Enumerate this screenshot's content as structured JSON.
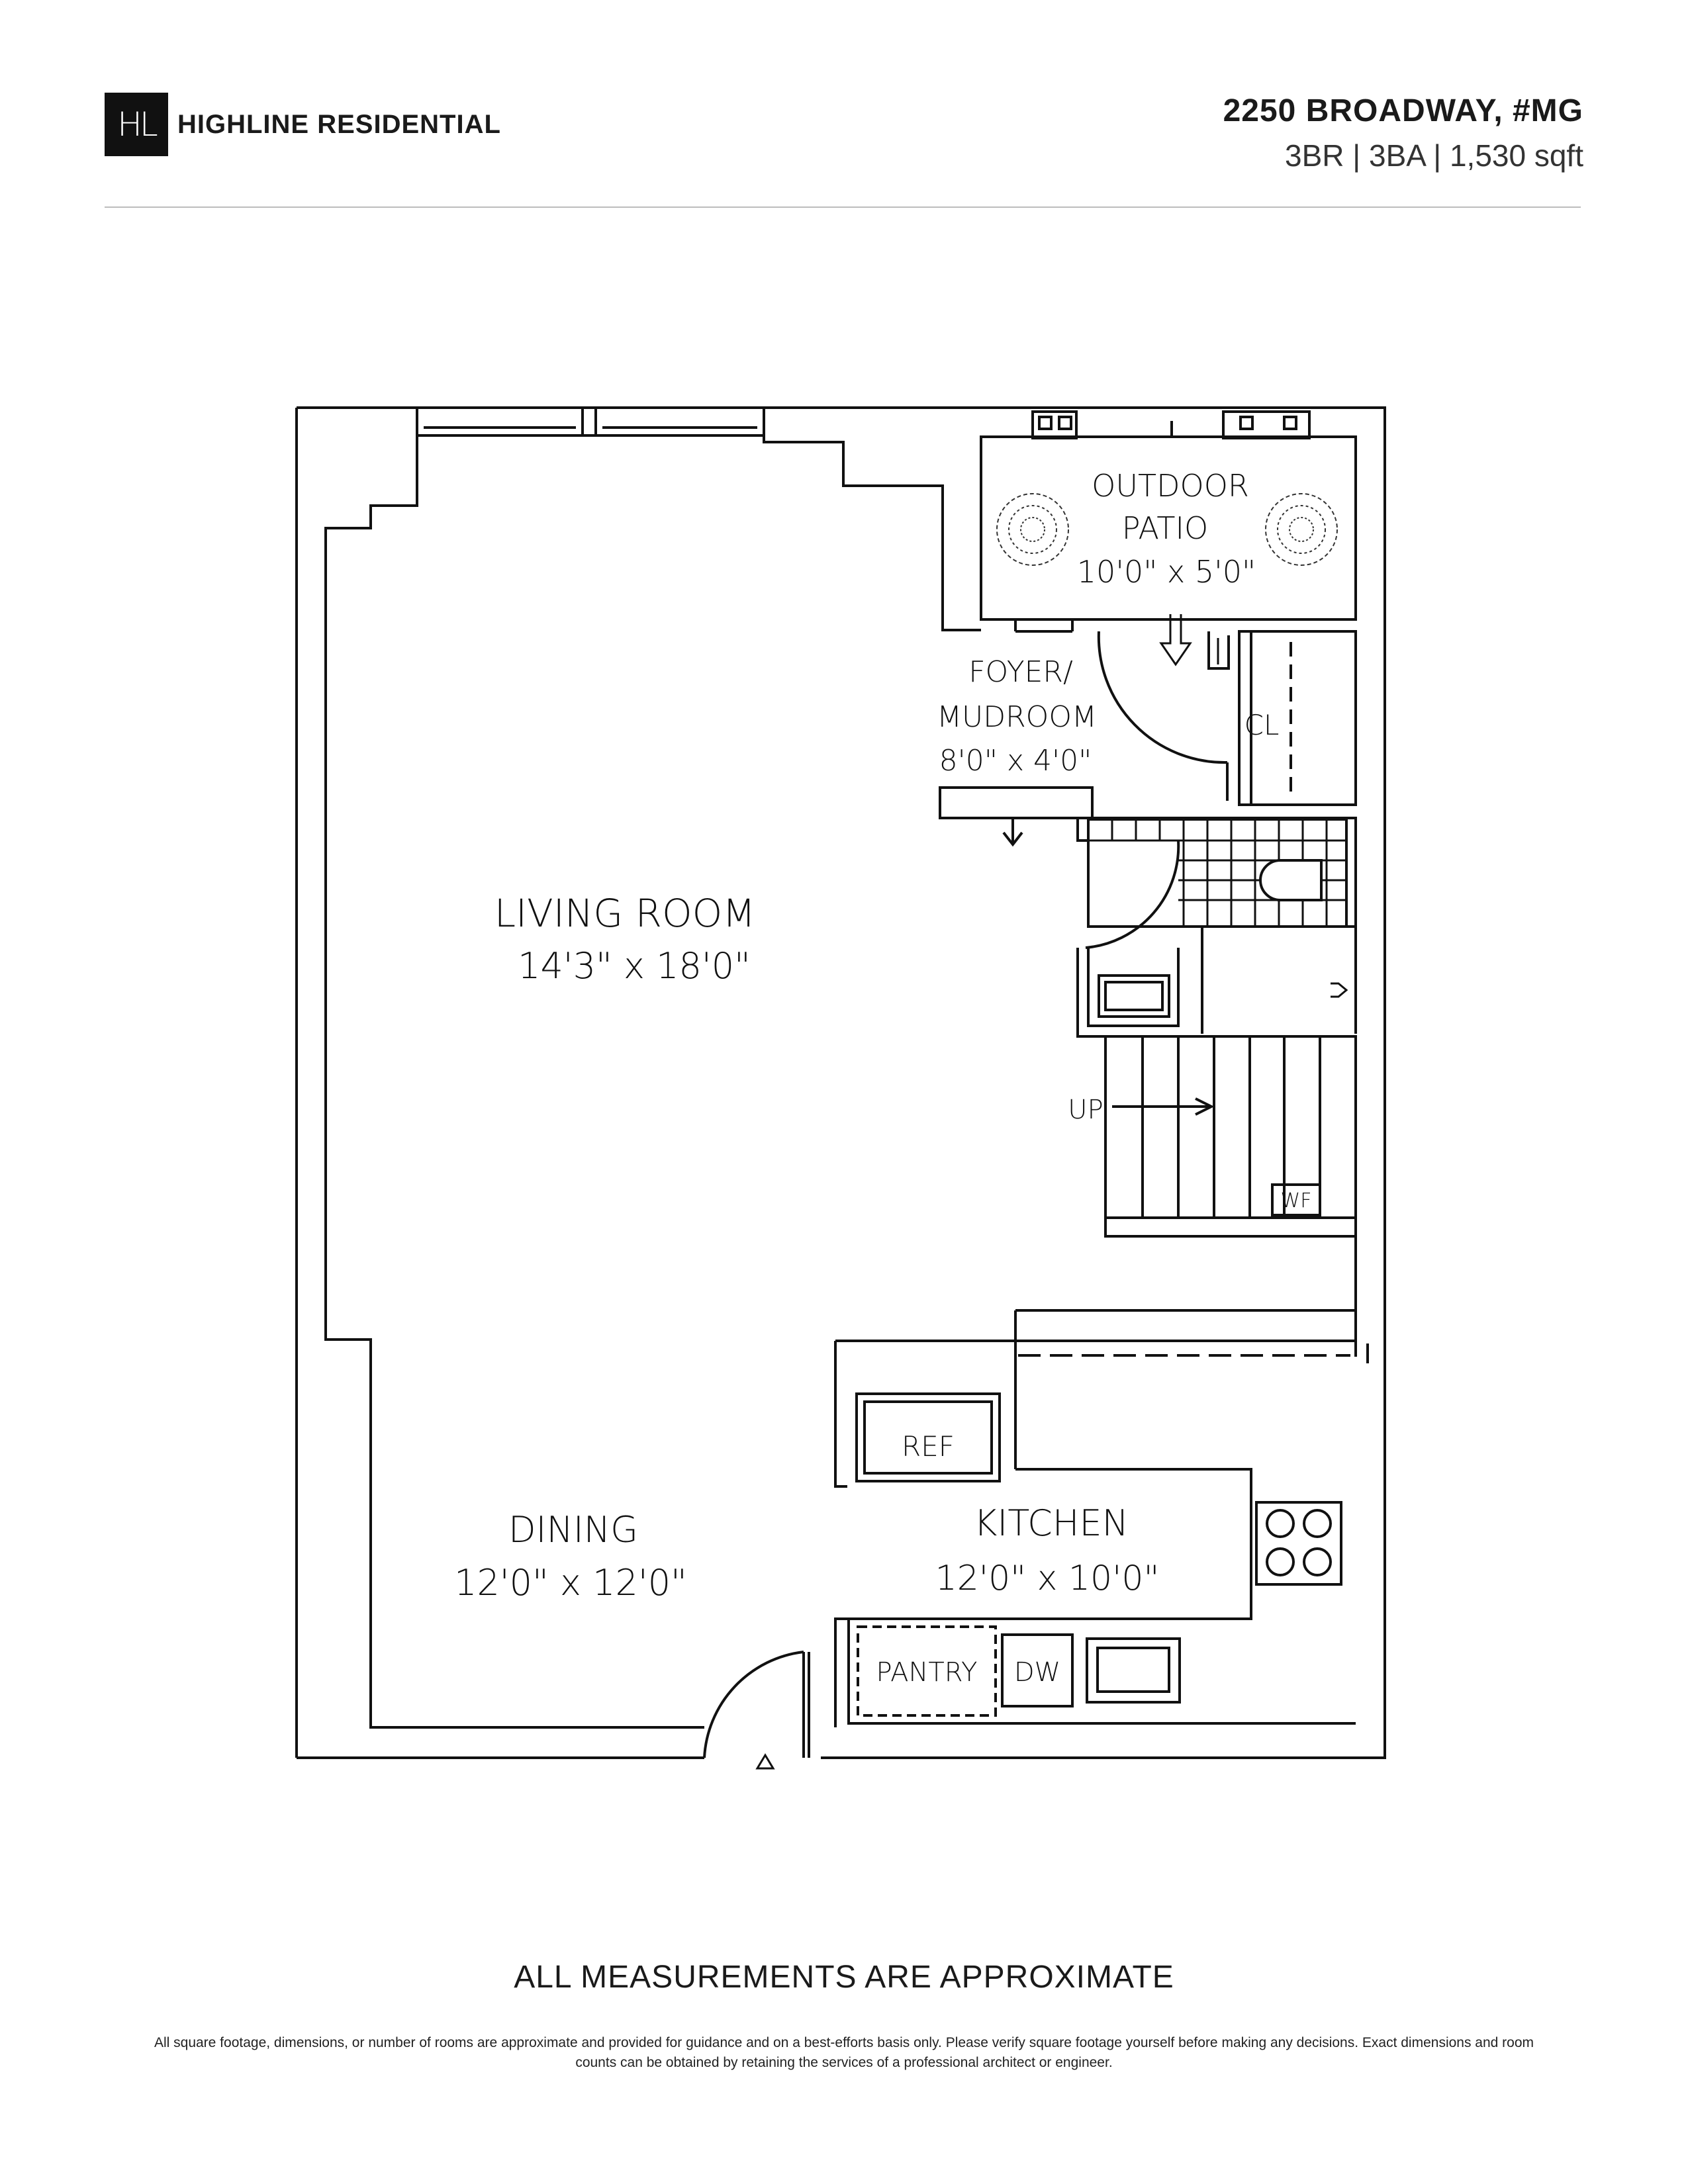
{
  "header": {
    "logo_text": "HL",
    "brand": "HIGHLINE RESIDENTIAL",
    "address": "2250 BROADWAY, #MG",
    "specs": "3BR | 3BA | 1,530 sqft"
  },
  "plan": {
    "rooms": {
      "patio_line1": "OUTDOOR",
      "patio_line2": "PATIO",
      "patio_dim": "10'0\" x 5'0\"",
      "foyer_line1": "FOYER/",
      "foyer_line2": "MUDROOM",
      "foyer_dim": "8'0\" x 4'0\"",
      "closet": "CL",
      "living_name": "LIVING ROOM",
      "living_dim": "14'3\" x 18'0\"",
      "dining_name": "DINING",
      "dining_dim": "12'0\" x 12'0\"",
      "kitchen_name": "KITCHEN",
      "kitchen_dim": "12'0\" x 10'0\""
    },
    "fixtures": {
      "up": "UP",
      "wf": "WF",
      "ref": "REF",
      "pantry": "PANTRY",
      "dw": "DW"
    }
  },
  "footer": {
    "notice": "ALL MEASUREMENTS ARE APPROXIMATE",
    "disclaimer": "All square footage, dimensions, or number of rooms are approximate and provided for guidance and on a best-efforts basis only. Please verify square footage yourself before making any decisions. Exact dimensions and room counts can be obtained by retaining the services of a professional architect or engineer."
  }
}
